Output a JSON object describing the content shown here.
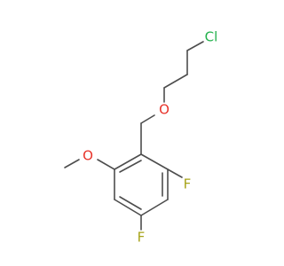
{
  "molecule": {
    "atoms": {
      "chlorine": {
        "label": "Cl",
        "color": "#22b14c"
      },
      "ether_oxygen": {
        "label": "O",
        "color": "#e8332a"
      },
      "methoxy_oxygen": {
        "label": "O",
        "color": "#e8332a"
      },
      "fluorine_upper": {
        "label": "F",
        "color": "#a6a318"
      },
      "fluorine_lower": {
        "label": "F",
        "color": "#a6a318"
      }
    },
    "bond_color": "#4d4d4d"
  }
}
